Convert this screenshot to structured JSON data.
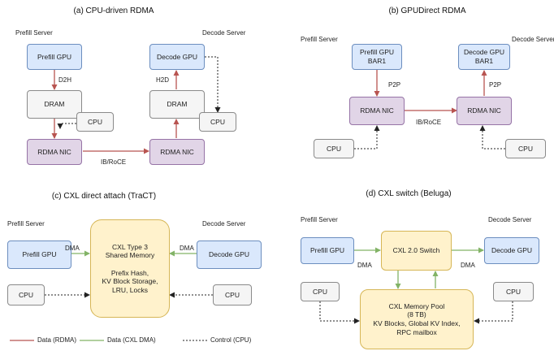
{
  "panel_a": {
    "title": "(a) CPU-driven RDMA",
    "prefill_server": "Prefill Server",
    "decode_server": "Decode Server",
    "prefill_gpu": "Prefill GPU",
    "decode_gpu": "Decode GPU",
    "dram_left": "DRAM",
    "dram_right": "DRAM",
    "cpu_left": "CPU",
    "cpu_right": "CPU",
    "nic_left": "RDMA NIC",
    "nic_right": "RDMA NIC",
    "d2h": "D2H",
    "h2d": "H2D",
    "link": "IB/RoCE"
  },
  "panel_b": {
    "title": "(b) GPUDirect RDMA",
    "prefill_server": "Prefill Server",
    "decode_server": "Decode Server",
    "prefill_gpu": "Prefill GPU\nBAR1",
    "decode_gpu": "Decode GPU\nBAR1",
    "nic_left": "RDMA NIC",
    "nic_right": "RDMA NIC",
    "cpu_left": "CPU",
    "cpu_right": "CPU",
    "p2p_left": "P2P",
    "p2p_right": "P2P",
    "link": "IB/RoCE"
  },
  "panel_c": {
    "title": "(c) CXL direct attach (TraCT)",
    "prefill_server": "Prefill Server",
    "decode_server": "Decode Server",
    "prefill_gpu": "Prefill GPU",
    "decode_gpu": "Decode GPU",
    "cpu_left": "CPU",
    "cpu_right": "CPU",
    "memory": "CXL Type 3\nShared Memory\n\nPrefix Hash,\nKV Block Storage,\nLRU, Locks",
    "dma_left": "DMA",
    "dma_right": "DMA"
  },
  "panel_d": {
    "title": "(d) CXL switch (Beluga)",
    "prefill_server": "Prefill Server",
    "decode_server": "Decode Server",
    "prefill_gpu": "Prefill GPU",
    "decode_gpu": "Decode GPU",
    "switch": "CXL 2.0 Switch",
    "pool": "CXL Memory Pool\n(8 TB)\nKV Blocks, Global KV Index,\nRPC mailbox",
    "cpu_left": "CPU",
    "cpu_right": "CPU",
    "dma_left": "DMA",
    "dma_right": "DMA"
  },
  "legend": {
    "rdma": "Data (RDMA)",
    "cxl": "Data (CXL DMA)",
    "control": "Control (CPU)"
  },
  "colors": {
    "rdma": "#b85450",
    "cxl": "#82b366",
    "control": "#222222"
  }
}
